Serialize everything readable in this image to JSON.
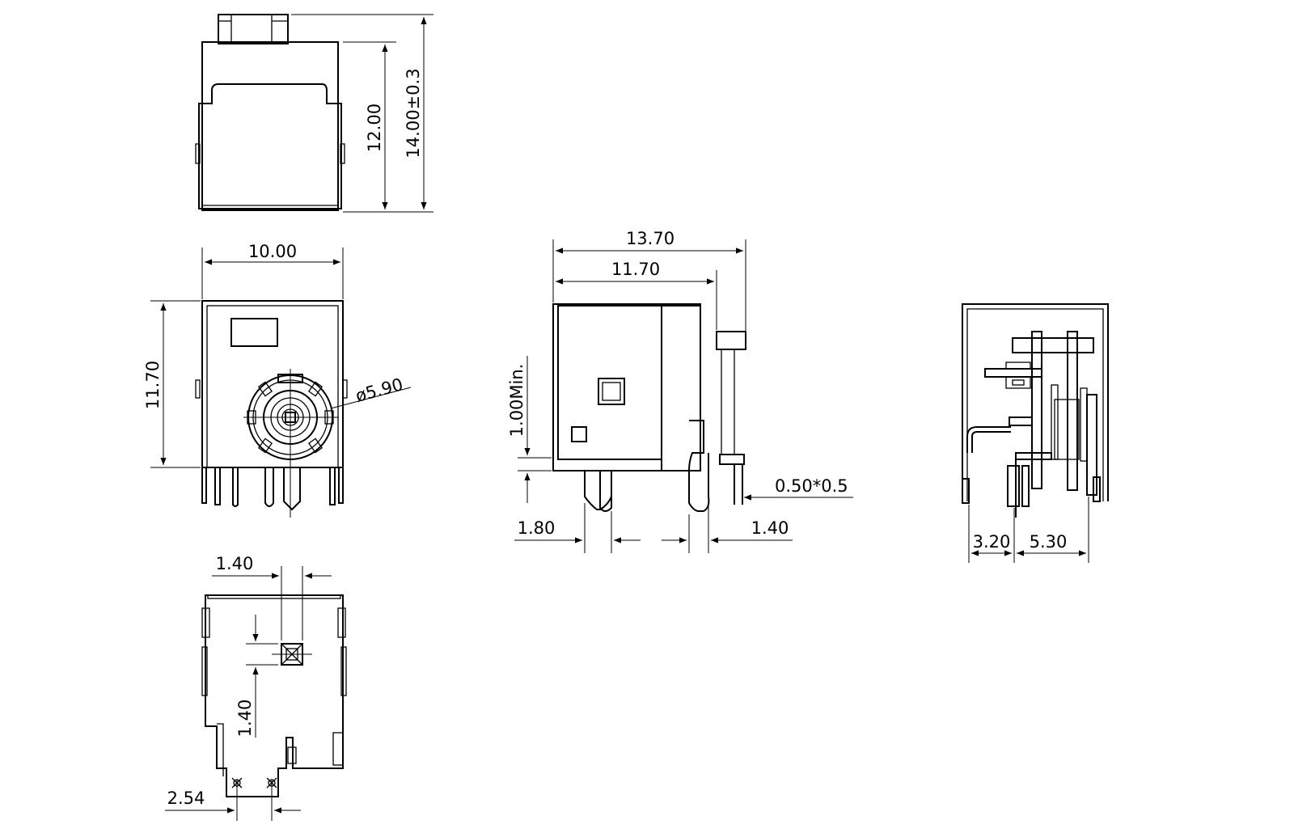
{
  "dimensions": {
    "top_height": "12.00",
    "total_height": "14.00±0.3",
    "front_width": "10.00",
    "front_height": "11.70",
    "jack_diameter": "ø5.90",
    "side_total": "13.70",
    "side_body": "11.70",
    "min_clearance": "1.00Min.",
    "pin_size": "0.50*0.5",
    "pitch_left": "1.80",
    "pitch_right": "1.40",
    "rear_left": "3.20",
    "rear_right": "5.30",
    "bottom_x": "1.40",
    "bottom_y": "1.40",
    "bottom_pitch": "2.54"
  }
}
